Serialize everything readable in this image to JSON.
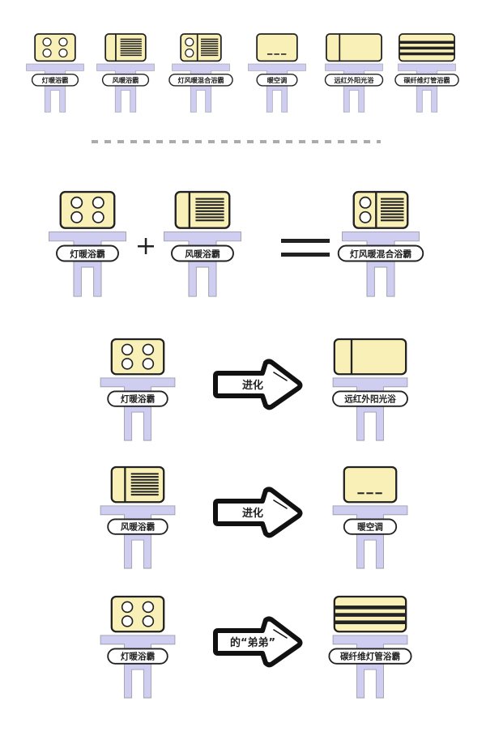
{
  "colors": {
    "head": "#f9f0b8",
    "body": "#cfcdf0",
    "outline": "#222222",
    "divider": "#aaaaaa"
  },
  "top_row": [
    {
      "label": "灯暖浴霸",
      "head": "lamp"
    },
    {
      "label": "风暖浴霸",
      "head": "fan"
    },
    {
      "label": "灯风暖混合浴霸",
      "head": "combo"
    },
    {
      "label": "暖空调",
      "head": "aircon"
    },
    {
      "label": "远红外阳光浴",
      "head": "infrared"
    },
    {
      "label": "碳纤维灯管浴霸",
      "head": "carbon"
    }
  ],
  "equation": {
    "left": {
      "label": "灯暖浴霸",
      "head": "lamp"
    },
    "middle": {
      "label": "风暖浴霸",
      "head": "fan"
    },
    "result": {
      "label": "灯风暖混合浴霸",
      "head": "combo"
    }
  },
  "evolutions": [
    {
      "from": {
        "label": "灯暖浴霸",
        "head": "lamp"
      },
      "arrow": "进化",
      "to": {
        "label": "远红外阳光浴",
        "head": "infrared"
      }
    },
    {
      "from": {
        "label": "风暖浴霸",
        "head": "fan"
      },
      "arrow": "进化",
      "to": {
        "label": "暖空调",
        "head": "aircon"
      }
    },
    {
      "from": {
        "label": "灯暖浴霸",
        "head": "lamp"
      },
      "arrow": "的“弟弟”",
      "to": {
        "label": "碳纤维灯管浴霸",
        "head": "carbon"
      }
    }
  ]
}
